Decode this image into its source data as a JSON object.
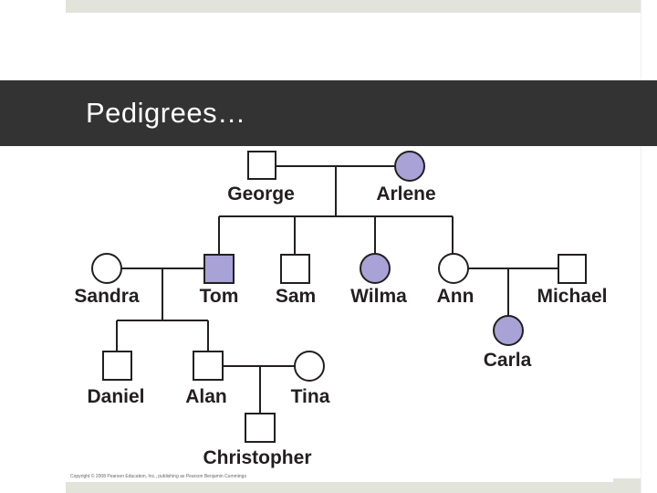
{
  "slide": {
    "title": "Pedigrees…"
  },
  "pedigree": {
    "affected_color": "#a8a2d6",
    "unaffected_color": "#ffffff",
    "people": {
      "george": {
        "name": "George",
        "sex": "male",
        "affected": false
      },
      "arlene": {
        "name": "Arlene",
        "sex": "female",
        "affected": true
      },
      "sandra": {
        "name": "Sandra",
        "sex": "female",
        "affected": false
      },
      "tom": {
        "name": "Tom",
        "sex": "male",
        "affected": true
      },
      "sam": {
        "name": "Sam",
        "sex": "male",
        "affected": false
      },
      "wilma": {
        "name": "Wilma",
        "sex": "female",
        "affected": true
      },
      "ann": {
        "name": "Ann",
        "sex": "female",
        "affected": false
      },
      "michael": {
        "name": "Michael",
        "sex": "male",
        "affected": false
      },
      "carla": {
        "name": "Carla",
        "sex": "female",
        "affected": true
      },
      "daniel": {
        "name": "Daniel",
        "sex": "male",
        "affected": false
      },
      "alan": {
        "name": "Alan",
        "sex": "male",
        "affected": false
      },
      "tina": {
        "name": "Tina",
        "sex": "female",
        "affected": false
      },
      "christopher": {
        "name": "Christopher",
        "sex": "male",
        "affected": false
      }
    },
    "copyright": "Copyright © 2008 Pearson Education, Inc., publishing as Pearson Benjamin Cummings"
  }
}
